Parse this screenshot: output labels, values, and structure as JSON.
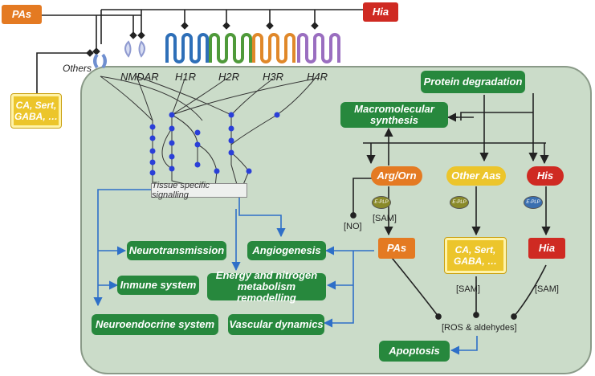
{
  "top": {
    "pas": "PAs",
    "hia": "Hia",
    "others_label": "Others",
    "ca_group": "CA, Sert, GABA, …"
  },
  "receptors": [
    {
      "name": "NMDAR",
      "color": "#8f9ad0"
    },
    {
      "name": "H1R",
      "color": "#2e6fb8"
    },
    {
      "name": "H2R",
      "color": "#4f9a3a"
    },
    {
      "name": "H3R",
      "color": "#e0882a"
    },
    {
      "name": "H4R",
      "color": "#9a6ec0"
    }
  ],
  "signalling": "Tissue specific signalling",
  "effects": {
    "neurotransmission": "Neurotransmission",
    "angiogenesis": "Angiogenesis",
    "immune": "Inmune system",
    "energy": "Energy and nitrogen metabolism remodelling",
    "neuroendocrine": "Neuroendocrine system",
    "vascular": "Vascular dynamics"
  },
  "metabolism": {
    "protein_degradation": "Protein degradation",
    "macromolecular": "Macromolecular synthesis",
    "arg_orn": "Arg/Orn",
    "other_aas": "Other Aas",
    "his": "His",
    "pas": "PAs",
    "ca_group": "CA, Sert, GABA, …",
    "hia": "Hia",
    "enzyme": "E-PLP",
    "sam": "[SAM]",
    "no": "[NO]",
    "ros": "[ROS & aldehydes]",
    "apoptosis": "Apoptosis"
  },
  "colors": {
    "green": "#27883d",
    "orange": "#e47a22",
    "red": "#cf2a22",
    "yellow": "#ecc52b",
    "cell": "#cbdcc9",
    "blue": "#2e6fc8",
    "node": "#2a3fd8"
  }
}
